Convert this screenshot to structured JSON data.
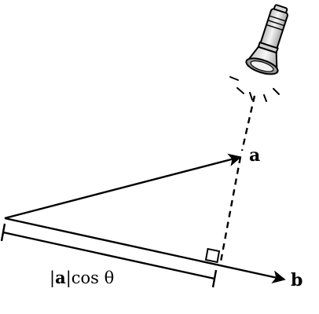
{
  "labels": {
    "vector_a": "a",
    "vector_b": "b",
    "projection_prefix": "|",
    "projection_bold": "a",
    "projection_suffix": "|cos θ"
  },
  "colors": {
    "ink": "#000000",
    "flashlight_fill": "#e6e6e6",
    "flashlight_shadow": "#9a9a9a",
    "lens": "#f2f2f2",
    "background": "#ffffff"
  },
  "icons": [
    "flashlight-icon",
    "light-ray-icon",
    "right-angle-marker"
  ]
}
